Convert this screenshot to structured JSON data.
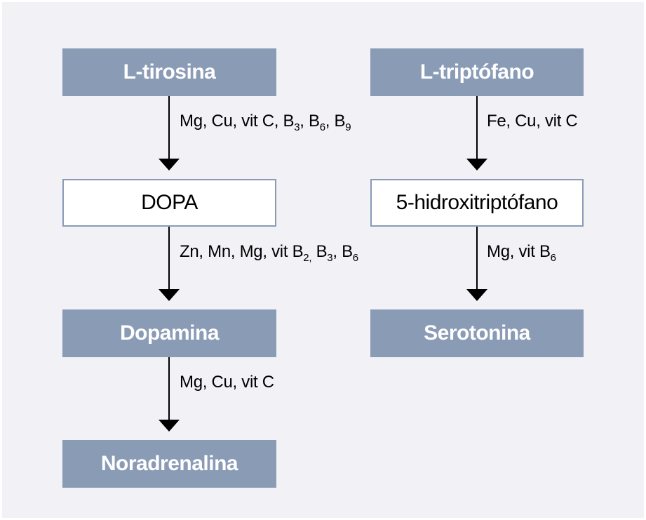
{
  "left_chain": {
    "start": "L-tirosina",
    "step1_cofactors": {
      "main": "Mg, Cu, vit C, B",
      "sub1": "3",
      "sep1": ", B",
      "sub2": "6",
      "sep2": ", B",
      "sub3": "9"
    },
    "intermediate1": "DOPA",
    "step2_cofactors": {
      "main": "Zn, Mn, Mg, vit B",
      "sub1": "2,",
      "sep1": " B",
      "sub2": "3",
      "sep2": ", B",
      "sub3": "6"
    },
    "intermediate2": "Dopamina",
    "step3_cofactors": "Mg, Cu, vit C",
    "end": "Noradrenalina"
  },
  "right_chain": {
    "start": "L-triptófano",
    "step1_cofactors": "Fe, Cu, vit C",
    "intermediate": "5-hidroxitriptófano",
    "step2_cofactors": {
      "main": "Mg, vit B",
      "sub1": "6"
    },
    "end": "Serotonina"
  },
  "colors": {
    "panel_background": "#f1f1f6",
    "box_fill": "#8a9bb6",
    "box_text": "#ffffff",
    "arrow": "#000000"
  }
}
